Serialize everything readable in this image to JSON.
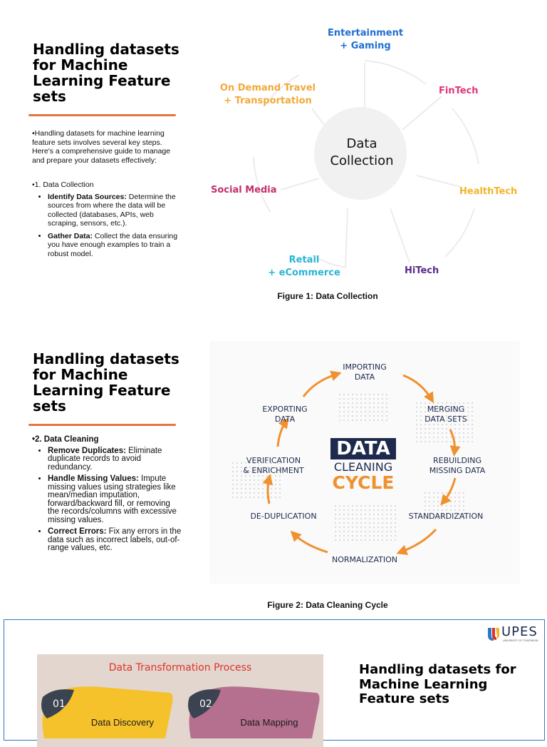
{
  "slide1": {
    "title": "Handling datasets for Machine Learning Feature sets",
    "intro": "•Handling datasets for machine learning feature sets involves several key steps. Here's a comprehensive guide to manage and prepare your datasets effectively:",
    "section": "•1. Data Collection",
    "bullets": [
      {
        "label": "Identify Data Sources:",
        "text": " Determine the sources from where the data will be collected (databases, APIs, web scraping, sensors, etc.)."
      },
      {
        "label": "Gather Data:",
        "text": " Collect the data ensuring you have enough examples to train a robust model."
      }
    ],
    "figure": {
      "center": [
        "Data",
        "Collection"
      ],
      "labels": [
        {
          "id": "entertainment",
          "lines": [
            "Entertainment",
            "+ Gaming"
          ],
          "color": "#1f6fd1"
        },
        {
          "id": "fintech",
          "lines": [
            "FinTech"
          ],
          "color": "#e0357a"
        },
        {
          "id": "healthtech",
          "lines": [
            "HealthTech"
          ],
          "color": "#f2b52a"
        },
        {
          "id": "hitech",
          "lines": [
            "HiTech"
          ],
          "color": "#5a2a8a"
        },
        {
          "id": "retail",
          "lines": [
            "Retail",
            "+ eCommerce"
          ],
          "color": "#29b5d4"
        },
        {
          "id": "social",
          "lines": [
            "Social Media"
          ],
          "color": "#c2306a"
        },
        {
          "id": "travel",
          "lines": [
            "On Demand Travel",
            "+ Transportation"
          ],
          "color": "#f2a93a"
        }
      ],
      "caption": "Figure 1: Data Collection"
    }
  },
  "slide2": {
    "title": "Handling datasets for Machine Learning Feature sets",
    "section": "•2. Data Cleaning",
    "bullets": [
      {
        "label": "Remove Duplicates:",
        "text": " Eliminate duplicate records to avoid redundancy."
      },
      {
        "label": "Handle Missing Values:",
        "text": " Impute missing values using strategies like mean/median imputation, forward/backward fill, or removing the records/columns with excessive missing values."
      },
      {
        "label": "Correct Errors:",
        "text": " Fix any errors in the data such as incorrect labels, out-of-range values, etc."
      }
    ],
    "figure": {
      "center": [
        "DATA",
        "CLEANING",
        "CYCLE"
      ],
      "steps": [
        [
          "IMPORTING",
          "DATA"
        ],
        [
          "MERGING",
          "DATA SETS"
        ],
        [
          "REBUILDING",
          "MISSING DATA"
        ],
        [
          "STANDARDIZATION"
        ],
        [
          "NORMALIZATION"
        ],
        [
          "DE-DUPLICATION"
        ],
        [
          "VERIFICATION",
          "& ENRICHMENT"
        ],
        [
          "EXPORTING",
          "DATA"
        ]
      ],
      "colors": {
        "arrow": "#f0902e",
        "navy": "#1d2a4d",
        "orange": "#f0902e"
      },
      "caption": "Figure 2: Data Cleaning Cycle"
    }
  },
  "slide3": {
    "logo": "UPES",
    "logo_sub": "UNIVERSITY OF TOMORROW",
    "title": "Handling datasets for Machine Learning Feature sets",
    "figure": {
      "title": "Data Transformation Process",
      "steps": [
        {
          "num": "01",
          "label": "Data Discovery",
          "color": "#f5c22b"
        },
        {
          "num": "02",
          "label": "Data Mapping",
          "color": "#b4708e"
        }
      ]
    }
  }
}
